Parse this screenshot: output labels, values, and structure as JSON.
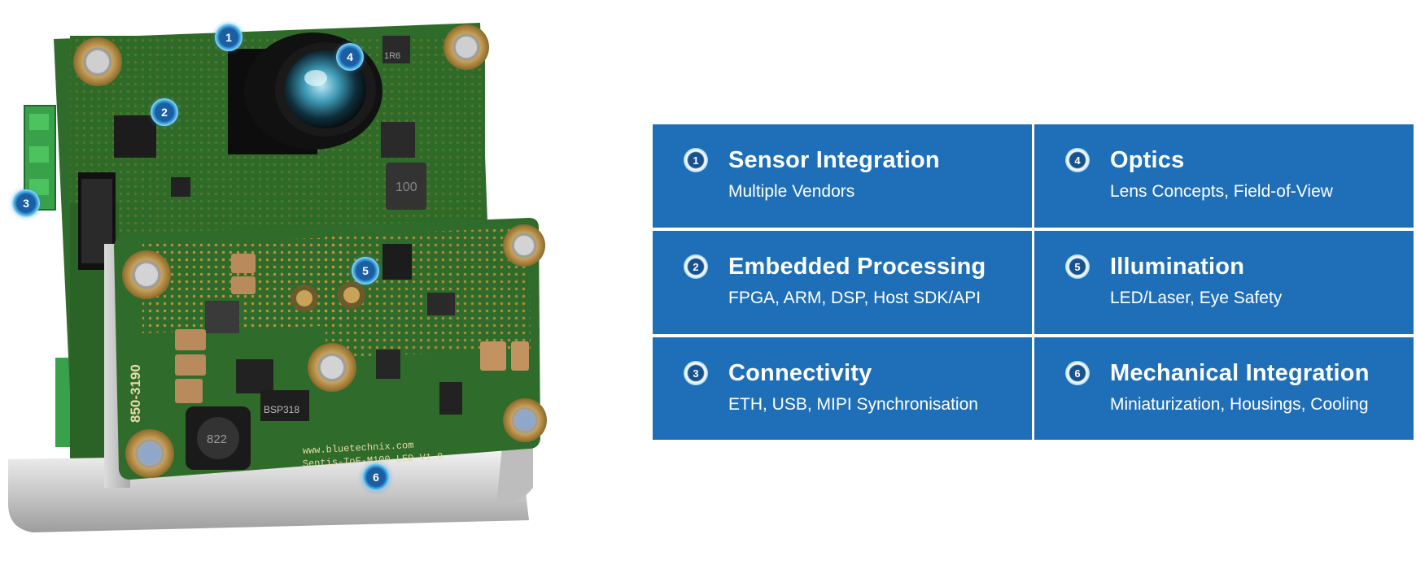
{
  "product": {
    "markers": [
      "1",
      "2",
      "3",
      "4",
      "5",
      "6"
    ],
    "board_texts": {
      "part_number": "850-3190",
      "website": "www.bluetechnix.com",
      "model": "Sentis-ToF-M100-LED V1.0",
      "inductor_large": "100",
      "inductor_small": "1R6",
      "inductor_bottom": "822",
      "chip_label": "BSP318"
    }
  },
  "features": [
    {
      "number": "1",
      "title": "Sensor Integration",
      "subtitle": "Multiple Vendors"
    },
    {
      "number": "4",
      "title": "Optics",
      "subtitle": "Lens Concepts, Field-of-View"
    },
    {
      "number": "2",
      "title": "Embedded Processing",
      "subtitle": "FPGA, ARM, DSP, Host SDK/API"
    },
    {
      "number": "5",
      "title": "Illumination",
      "subtitle": "LED/Laser, Eye Safety"
    },
    {
      "number": "3",
      "title": "Connectivity",
      "subtitle": "ETH, USB, MIPI Synchronisation"
    },
    {
      "number": "6",
      "title": "Mechanical Integration",
      "subtitle": "Miniaturization, Housings, Cooling"
    }
  ],
  "colors": {
    "panel_blue": "#1e6fb8",
    "pcb_green": "#2f6b2a",
    "marker_blue": "#1b5ea3"
  }
}
